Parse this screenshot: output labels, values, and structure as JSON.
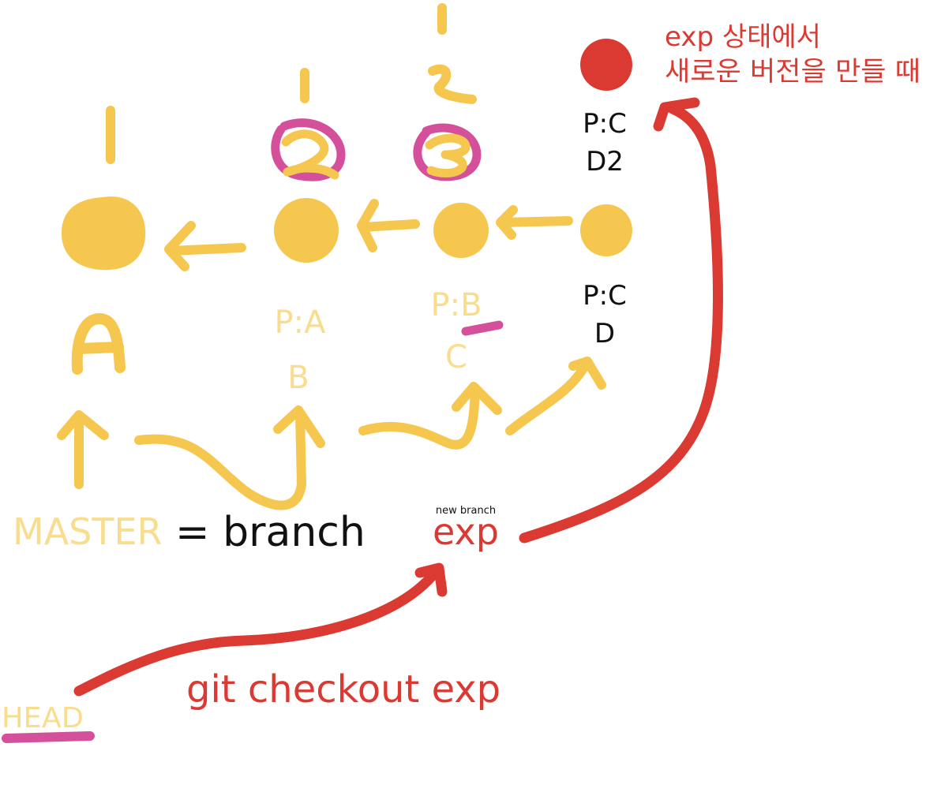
{
  "colors": {
    "commit": "#F5C74E",
    "commit_light": "#F9DD8E",
    "highlight": "#D5509A",
    "accent": "#DB3A33",
    "text": "#111111"
  },
  "commits": {
    "a": {
      "label": "A",
      "number": "1"
    },
    "b": {
      "label": "B",
      "parent": "P:A",
      "number": "1",
      "version": "2"
    },
    "c": {
      "label": "C",
      "parent": "P:B",
      "number": "2",
      "version": "3"
    },
    "d": {
      "label": "D",
      "parent": "P:C"
    },
    "d2": {
      "label": "D2",
      "parent": "P:C"
    }
  },
  "branches": {
    "master": {
      "name": "MASTER",
      "suffix": "= branch"
    },
    "exp": {
      "name": "exp",
      "note": "new branch"
    },
    "head": {
      "name": "HEAD"
    }
  },
  "command": "git checkout exp",
  "annotation": {
    "line1": "exp 상태에서",
    "line2": "새로운 버전을 만들 때"
  }
}
